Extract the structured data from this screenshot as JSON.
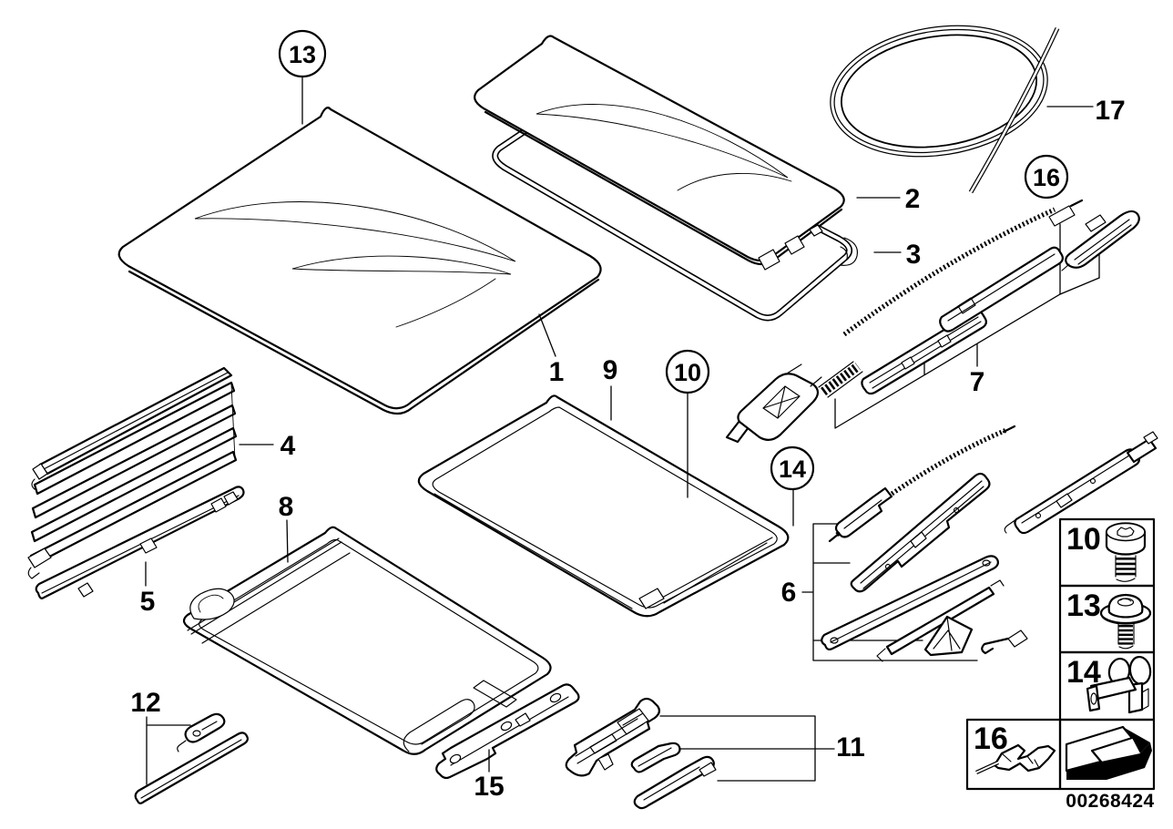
{
  "diagram": {
    "part_labels": {
      "p1": "1",
      "p2": "2",
      "p3": "3",
      "p4": "4",
      "p5": "5",
      "p6": "6",
      "p7": "7",
      "p8": "8",
      "p9": "9",
      "p11": "11",
      "p12": "12",
      "p15": "15",
      "p17": "17"
    },
    "callouts": {
      "c10": "10",
      "c13": "13",
      "c14": "14",
      "c16": "16"
    }
  },
  "legend": {
    "items": [
      {
        "number": "10",
        "icon": "socket-head-screw-icon"
      },
      {
        "number": "13",
        "icon": "flanged-screw-icon"
      },
      {
        "number": "14",
        "icon": "retaining-clip-icon"
      },
      {
        "number": "16",
        "icon": "angle-clip-icon"
      }
    ],
    "direction_arrow_icon": "direction-arrow-icon"
  },
  "footer": {
    "document_number": "00268424"
  },
  "colors": {
    "line": "#000000",
    "background": "#ffffff"
  }
}
